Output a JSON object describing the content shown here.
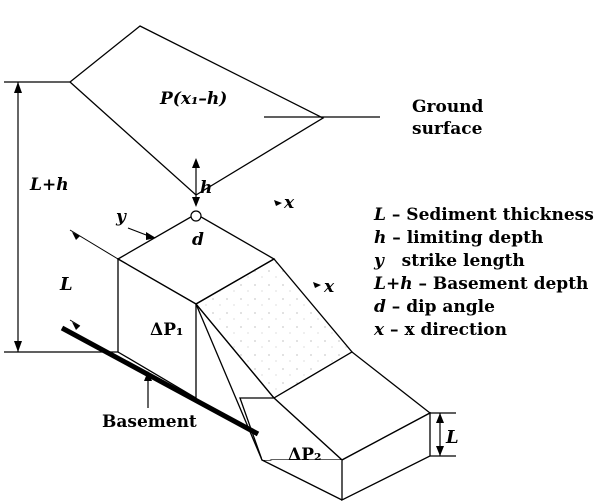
{
  "labels": {
    "ground_formula": "P(x₁–h)",
    "ground_surface_line1": "Ground",
    "ground_surface_line2": "surface",
    "l_plus_h": "L+h",
    "h": "h",
    "d": "d",
    "y": "y",
    "L_left": "L",
    "L_right": "L",
    "delta_p1": "ΔP₁",
    "delta_p2": "ΔP₂",
    "basement": "Basement",
    "x_upper": "x",
    "x_lower": "x"
  },
  "legend": [
    {
      "symbol": "L",
      "text": " – Sediment thickness"
    },
    {
      "symbol": "h",
      "text": " – limiting depth"
    },
    {
      "symbol": "y",
      "text": "   strike length"
    },
    {
      "symbol": "L+h",
      "text": " – Basement depth"
    },
    {
      "symbol": "d",
      "text": " – dip angle"
    },
    {
      "symbol": "x",
      "text": " – x direction"
    }
  ]
}
